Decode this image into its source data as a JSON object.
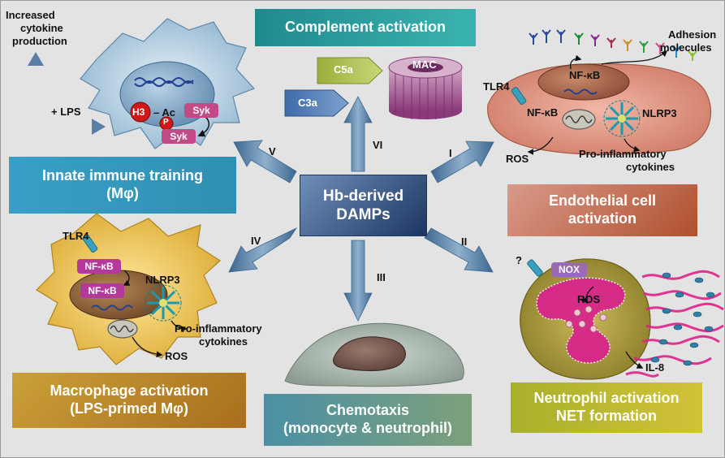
{
  "center": {
    "line1": "Hb-derived",
    "line2": "DAMPs"
  },
  "paths": {
    "i": "I",
    "ii": "II",
    "iii": "III",
    "iv": "IV",
    "v": "V",
    "vi": "VI"
  },
  "complement": {
    "title": "Complement activation",
    "c5a": "C5a",
    "c3a": "C3a",
    "mac": "MAC"
  },
  "training": {
    "title_line1": "Innate immune training",
    "title_line2": "(Mφ)",
    "y_axis_line1": "Increased",
    "y_axis_line2": "cytokine",
    "y_axis_line3": "production",
    "x_axis": "+ LPS",
    "h3": "H3",
    "ac": "– Ac",
    "syk_top": "Syk",
    "p": "P",
    "syk_bottom": "Syk"
  },
  "endothelial": {
    "title_line1": "Endothelial cell",
    "title_line2": "activation",
    "adhesion_line1": "Adhesion",
    "adhesion_line2": "molecules",
    "tlr4": "TLR4",
    "nfkb_nucleus": "NF-κB",
    "nfkb_cyto": "NF-κB",
    "nlrp3": "NLRP3",
    "ros": "ROS",
    "cytokines_line1": "Pro-inflammatory",
    "cytokines_line2": "cytokines"
  },
  "macrophage": {
    "title_line1": "Macrophage activation",
    "title_line2": "(LPS-primed Mφ)",
    "tlr4": "TLR4",
    "nfkb_cyto": "NF-κB",
    "nfkb_nucleus": "NF-κB",
    "nlrp3": "NLRP3",
    "cytokines_line1": "Pro-inflammatory",
    "cytokines_line2": "cytokines",
    "ros": "ROS"
  },
  "chemotaxis": {
    "title_line1": "Chemotaxis",
    "title_line2": "(monocyte & neutrophil)"
  },
  "neutrophil": {
    "title_line1": "Neutrophil activation",
    "title_line2": "NET formation",
    "question": "?",
    "nox": "NOX",
    "ros": "ROS",
    "il8": "IL-8"
  },
  "colors": {
    "background": "#e3e3e3",
    "center_box": "#2e4a7a",
    "arrow": "#5a7fa6",
    "complement_box": "#2a9a9e",
    "training_box": "#3aa6c4",
    "endothelial_box": "#c8705a",
    "macrophage_box": "#c9951f",
    "chemotaxis_box": "#4a8f9e",
    "neutrophil_box": "#a8b02a"
  }
}
